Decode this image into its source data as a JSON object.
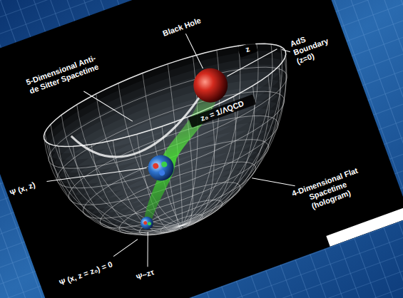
{
  "diagram": {
    "labels": [
      "Black Hole",
      "AdS Boundary (z=0)",
      "5-Dimensional Anti-de Sitter Spacetime",
      "z",
      "z₀ = 1/ΛQCD",
      "Ψ (x, z)",
      "4-Dimensional Flat Spacetime (hologram)",
      "Ψ (x, z = z₀) = 0",
      "Ψ~zτ"
    ]
  }
}
